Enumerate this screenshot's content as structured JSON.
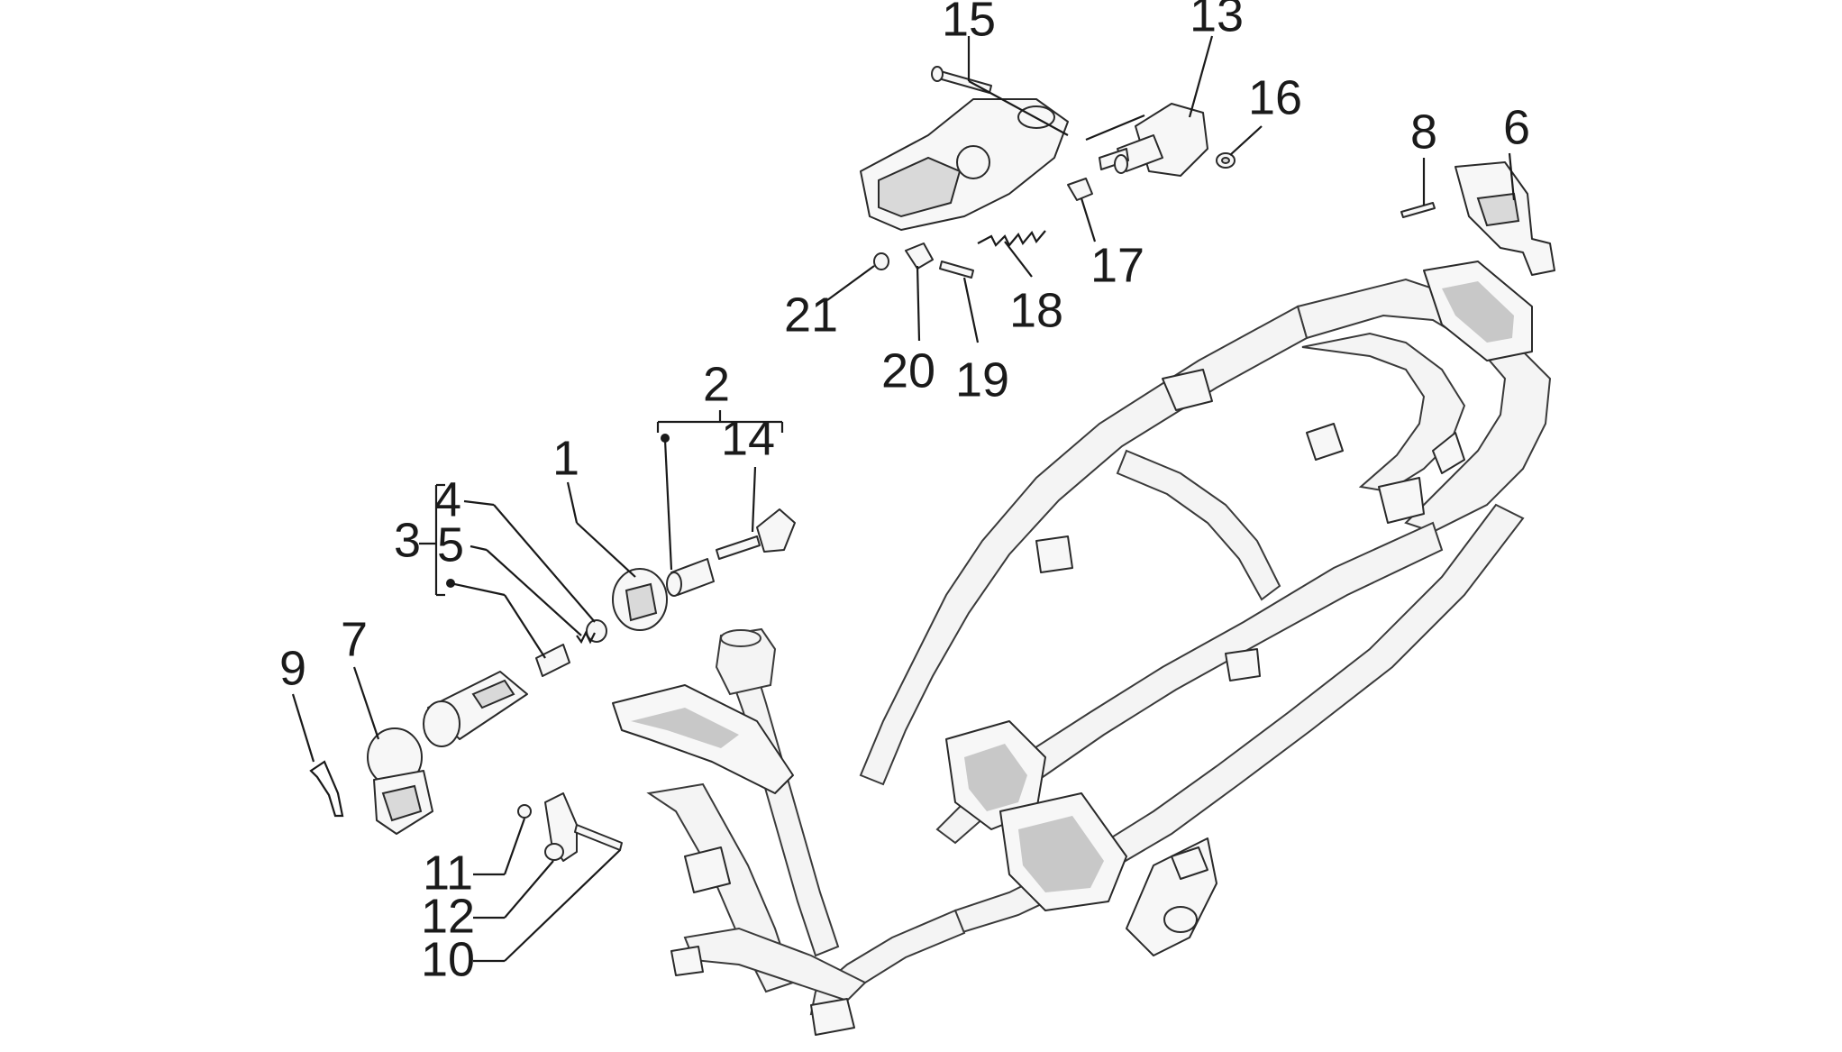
{
  "labels": [
    {
      "id": "1",
      "text": "1"
    },
    {
      "id": "2",
      "text": "2"
    },
    {
      "id": "3",
      "text": "3"
    },
    {
      "id": "4",
      "text": "4"
    },
    {
      "id": "5",
      "text": "5"
    },
    {
      "id": "6",
      "text": "6"
    },
    {
      "id": "7",
      "text": "7"
    },
    {
      "id": "8",
      "text": "8"
    },
    {
      "id": "9",
      "text": "9"
    },
    {
      "id": "10",
      "text": "10"
    },
    {
      "id": "11",
      "text": "11"
    },
    {
      "id": "12",
      "text": "12"
    },
    {
      "id": "13",
      "text": "13"
    },
    {
      "id": "14",
      "text": "14"
    },
    {
      "id": "15",
      "text": "15"
    },
    {
      "id": "16",
      "text": "16"
    },
    {
      "id": "17",
      "text": "17"
    },
    {
      "id": "18",
      "text": "18"
    },
    {
      "id": "19",
      "text": "19"
    },
    {
      "id": "20",
      "text": "20"
    },
    {
      "id": "21",
      "text": "21"
    }
  ],
  "colors": {
    "background": "#ffffff",
    "line": "#1a1a1a",
    "part_fill": "#f7f7f7",
    "shading": "#c8c8c8"
  }
}
